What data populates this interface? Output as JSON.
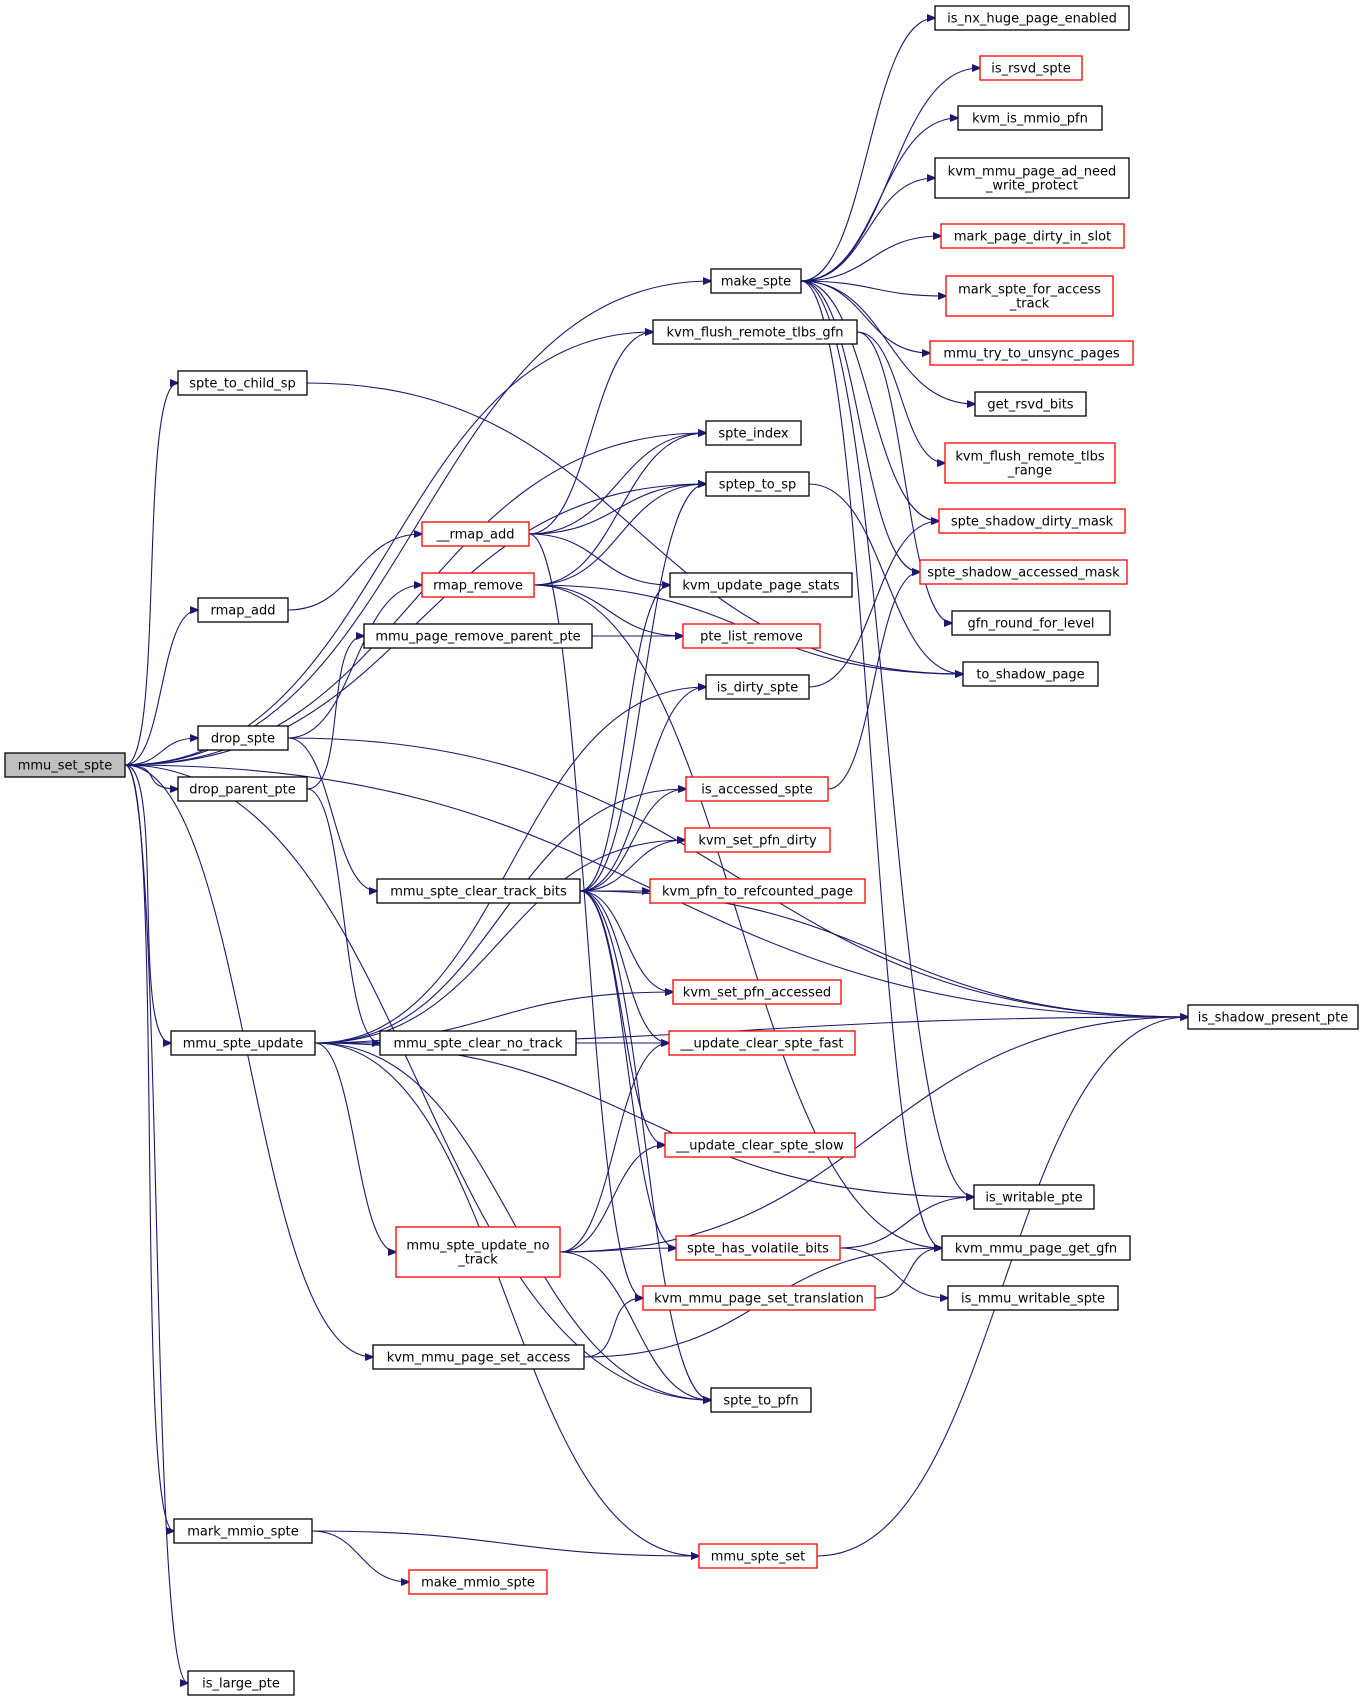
{
  "colors": {
    "edge": "#191970",
    "root_fill": "#bfbfbf",
    "node_fill": "#ffffff",
    "node_border": "#000000",
    "partial_border": "#ff0000"
  },
  "nodes": [
    {
      "id": "mmu_set_spte",
      "label": "mmu_set_spte",
      "style": "root"
    },
    {
      "id": "is_nx_huge_page_enabled",
      "label": "is_nx_huge_page_enabled",
      "style": "normal"
    },
    {
      "id": "is_rsvd_spte",
      "label": "is_rsvd_spte",
      "style": "partial"
    },
    {
      "id": "kvm_is_mmio_pfn",
      "label": "kvm_is_mmio_pfn",
      "style": "normal"
    },
    {
      "id": "kvm_mmu_page_ad_need_write_protect",
      "label": "kvm_mmu_page_ad_need\n_write_protect",
      "style": "normal"
    },
    {
      "id": "mark_page_dirty_in_slot",
      "label": "mark_page_dirty_in_slot",
      "style": "partial"
    },
    {
      "id": "make_spte",
      "label": "make_spte",
      "style": "normal"
    },
    {
      "id": "mark_spte_for_access_track",
      "label": "mark_spte_for_access\n_track",
      "style": "partial"
    },
    {
      "id": "kvm_flush_remote_tlbs_gfn",
      "label": "kvm_flush_remote_tlbs_gfn",
      "style": "normal"
    },
    {
      "id": "mmu_try_to_unsync_pages",
      "label": "mmu_try_to_unsync_pages",
      "style": "partial"
    },
    {
      "id": "spte_to_child_sp",
      "label": "spte_to_child_sp",
      "style": "normal"
    },
    {
      "id": "get_rsvd_bits",
      "label": "get_rsvd_bits",
      "style": "normal"
    },
    {
      "id": "spte_index",
      "label": "spte_index",
      "style": "normal"
    },
    {
      "id": "kvm_flush_remote_tlbs_range",
      "label": "kvm_flush_remote_tlbs\n_range",
      "style": "partial"
    },
    {
      "id": "sptep_to_sp",
      "label": "sptep_to_sp",
      "style": "normal"
    },
    {
      "id": "spte_shadow_dirty_mask",
      "label": "spte_shadow_dirty_mask",
      "style": "partial"
    },
    {
      "id": "__rmap_add",
      "label": "__rmap_add",
      "style": "partial"
    },
    {
      "id": "spte_shadow_accessed_mask",
      "label": "spte_shadow_accessed_mask",
      "style": "partial"
    },
    {
      "id": "rmap_remove",
      "label": "rmap_remove",
      "style": "partial"
    },
    {
      "id": "kvm_update_page_stats",
      "label": "kvm_update_page_stats",
      "style": "normal"
    },
    {
      "id": "rmap_add",
      "label": "rmap_add",
      "style": "normal"
    },
    {
      "id": "gfn_round_for_level",
      "label": "gfn_round_for_level",
      "style": "normal"
    },
    {
      "id": "mmu_page_remove_parent_pte",
      "label": "mmu_page_remove_parent_pte",
      "style": "normal"
    },
    {
      "id": "pte_list_remove",
      "label": "pte_list_remove",
      "style": "partial"
    },
    {
      "id": "to_shadow_page",
      "label": "to_shadow_page",
      "style": "normal"
    },
    {
      "id": "is_dirty_spte",
      "label": "is_dirty_spte",
      "style": "normal"
    },
    {
      "id": "drop_spte",
      "label": "drop_spte",
      "style": "normal"
    },
    {
      "id": "drop_parent_pte",
      "label": "drop_parent_pte",
      "style": "normal"
    },
    {
      "id": "is_accessed_spte",
      "label": "is_accessed_spte",
      "style": "partial"
    },
    {
      "id": "kvm_set_pfn_dirty",
      "label": "kvm_set_pfn_dirty",
      "style": "partial"
    },
    {
      "id": "mmu_spte_clear_track_bits",
      "label": "mmu_spte_clear_track_bits",
      "style": "normal"
    },
    {
      "id": "kvm_pfn_to_refcounted_page",
      "label": "kvm_pfn_to_refcounted_page",
      "style": "partial"
    },
    {
      "id": "kvm_set_pfn_accessed",
      "label": "kvm_set_pfn_accessed",
      "style": "partial"
    },
    {
      "id": "is_shadow_present_pte",
      "label": "is_shadow_present_pte",
      "style": "normal"
    },
    {
      "id": "mmu_spte_update",
      "label": "mmu_spte_update",
      "style": "normal"
    },
    {
      "id": "mmu_spte_clear_no_track",
      "label": "mmu_spte_clear_no_track",
      "style": "normal"
    },
    {
      "id": "__update_clear_spte_fast",
      "label": "__update_clear_spte_fast",
      "style": "partial"
    },
    {
      "id": "__update_clear_spte_slow",
      "label": "__update_clear_spte_slow",
      "style": "partial"
    },
    {
      "id": "is_writable_pte",
      "label": "is_writable_pte",
      "style": "normal"
    },
    {
      "id": "mmu_spte_update_no_track",
      "label": "mmu_spte_update_no\n_track",
      "style": "partial"
    },
    {
      "id": "spte_has_volatile_bits",
      "label": "spte_has_volatile_bits",
      "style": "partial"
    },
    {
      "id": "kvm_mmu_page_get_gfn",
      "label": "kvm_mmu_page_get_gfn",
      "style": "normal"
    },
    {
      "id": "kvm_mmu_page_set_translation",
      "label": "kvm_mmu_page_set_translation",
      "style": "partial"
    },
    {
      "id": "is_mmu_writable_spte",
      "label": "is_mmu_writable_spte",
      "style": "normal"
    },
    {
      "id": "kvm_mmu_page_set_access",
      "label": "kvm_mmu_page_set_access",
      "style": "normal"
    },
    {
      "id": "spte_to_pfn",
      "label": "spte_to_pfn",
      "style": "normal"
    },
    {
      "id": "mark_mmio_spte",
      "label": "mark_mmio_spte",
      "style": "normal"
    },
    {
      "id": "mmu_spte_set",
      "label": "mmu_spte_set",
      "style": "partial"
    },
    {
      "id": "make_mmio_spte",
      "label": "make_mmio_spte",
      "style": "partial"
    },
    {
      "id": "is_large_pte",
      "label": "is_large_pte",
      "style": "normal"
    }
  ],
  "edges": [
    [
      "mmu_set_spte",
      "make_spte"
    ],
    [
      "mmu_set_spte",
      "kvm_flush_remote_tlbs_gfn"
    ],
    [
      "mmu_set_spte",
      "spte_to_child_sp"
    ],
    [
      "mmu_set_spte",
      "spte_index"
    ],
    [
      "mmu_set_spte",
      "sptep_to_sp"
    ],
    [
      "mmu_set_spte",
      "rmap_add"
    ],
    [
      "mmu_set_spte",
      "drop_spte"
    ],
    [
      "mmu_set_spte",
      "drop_parent_pte"
    ],
    [
      "mmu_set_spte",
      "mmu_spte_update"
    ],
    [
      "mmu_set_spte",
      "kvm_mmu_page_set_access"
    ],
    [
      "mmu_set_spte",
      "spte_to_pfn"
    ],
    [
      "mmu_set_spte",
      "mark_mmio_spte"
    ],
    [
      "mmu_set_spte",
      "is_large_pte"
    ],
    [
      "mmu_set_spte",
      "is_shadow_present_pte"
    ],
    [
      "make_spte",
      "is_nx_huge_page_enabled"
    ],
    [
      "make_spte",
      "is_rsvd_spte"
    ],
    [
      "make_spte",
      "kvm_is_mmio_pfn"
    ],
    [
      "make_spte",
      "kvm_mmu_page_ad_need_write_protect"
    ],
    [
      "make_spte",
      "mark_page_dirty_in_slot"
    ],
    [
      "make_spte",
      "mark_spte_for_access_track"
    ],
    [
      "make_spte",
      "mmu_try_to_unsync_pages"
    ],
    [
      "make_spte",
      "get_rsvd_bits"
    ],
    [
      "make_spte",
      "spte_shadow_dirty_mask"
    ],
    [
      "make_spte",
      "spte_shadow_accessed_mask"
    ],
    [
      "make_spte",
      "kvm_mmu_page_get_gfn"
    ],
    [
      "make_spte",
      "is_writable_pte"
    ],
    [
      "kvm_flush_remote_tlbs_gfn",
      "kvm_flush_remote_tlbs_range"
    ],
    [
      "kvm_flush_remote_tlbs_gfn",
      "gfn_round_for_level"
    ],
    [
      "spte_to_child_sp",
      "to_shadow_page"
    ],
    [
      "sptep_to_sp",
      "to_shadow_page"
    ],
    [
      "__rmap_add",
      "kvm_flush_remote_tlbs_gfn"
    ],
    [
      "__rmap_add",
      "spte_index"
    ],
    [
      "__rmap_add",
      "sptep_to_sp"
    ],
    [
      "__rmap_add",
      "kvm_update_page_stats"
    ],
    [
      "__rmap_add",
      "kvm_mmu_page_set_translation"
    ],
    [
      "rmap_remove",
      "spte_index"
    ],
    [
      "rmap_remove",
      "sptep_to_sp"
    ],
    [
      "rmap_remove",
      "pte_list_remove"
    ],
    [
      "rmap_remove",
      "to_shadow_page"
    ],
    [
      "rmap_remove",
      "kvm_mmu_page_get_gfn"
    ],
    [
      "rmap_add",
      "__rmap_add"
    ],
    [
      "drop_spte",
      "rmap_remove"
    ],
    [
      "drop_spte",
      "mmu_spte_clear_track_bits"
    ],
    [
      "drop_spte",
      "is_shadow_present_pte"
    ],
    [
      "drop_parent_pte",
      "mmu_page_remove_parent_pte"
    ],
    [
      "drop_parent_pte",
      "mmu_spte_clear_no_track"
    ],
    [
      "mmu_page_remove_parent_pte",
      "pte_list_remove"
    ],
    [
      "is_dirty_spte",
      "spte_shadow_dirty_mask"
    ],
    [
      "is_accessed_spte",
      "spte_shadow_accessed_mask"
    ],
    [
      "mmu_spte_clear_track_bits",
      "sptep_to_sp"
    ],
    [
      "mmu_spte_clear_track_bits",
      "kvm_update_page_stats"
    ],
    [
      "mmu_spte_clear_track_bits",
      "is_dirty_spte"
    ],
    [
      "mmu_spte_clear_track_bits",
      "is_accessed_spte"
    ],
    [
      "mmu_spte_clear_track_bits",
      "kvm_set_pfn_dirty"
    ],
    [
      "mmu_spte_clear_track_bits",
      "kvm_pfn_to_refcounted_page"
    ],
    [
      "mmu_spte_clear_track_bits",
      "kvm_set_pfn_accessed"
    ],
    [
      "mmu_spte_clear_track_bits",
      "is_shadow_present_pte"
    ],
    [
      "mmu_spte_clear_track_bits",
      "__update_clear_spte_fast"
    ],
    [
      "mmu_spte_clear_track_bits",
      "__update_clear_spte_slow"
    ],
    [
      "mmu_spte_clear_track_bits",
      "spte_has_volatile_bits"
    ],
    [
      "mmu_spte_clear_track_bits",
      "spte_to_pfn"
    ],
    [
      "mmu_spte_update",
      "is_dirty_spte"
    ],
    [
      "mmu_spte_update",
      "is_accessed_spte"
    ],
    [
      "mmu_spte_update",
      "kvm_set_pfn_dirty"
    ],
    [
      "mmu_spte_update",
      "kvm_set_pfn_accessed"
    ],
    [
      "mmu_spte_update",
      "is_shadow_present_pte"
    ],
    [
      "mmu_spte_update",
      "is_writable_pte"
    ],
    [
      "mmu_spte_update",
      "mmu_spte_update_no_track"
    ],
    [
      "mmu_spte_update",
      "spte_to_pfn"
    ],
    [
      "mmu_spte_update",
      "mmu_spte_set"
    ],
    [
      "mmu_spte_clear_no_track",
      "__update_clear_spte_fast"
    ],
    [
      "mmu_spte_update_no_track",
      "__update_clear_spte_fast"
    ],
    [
      "mmu_spte_update_no_track",
      "__update_clear_spte_slow"
    ],
    [
      "mmu_spte_update_no_track",
      "spte_has_volatile_bits"
    ],
    [
      "mmu_spte_update_no_track",
      "is_shadow_present_pte"
    ],
    [
      "mmu_spte_update_no_track",
      "spte_to_pfn"
    ],
    [
      "spte_has_volatile_bits",
      "is_writable_pte"
    ],
    [
      "spte_has_volatile_bits",
      "is_mmu_writable_spte"
    ],
    [
      "kvm_mmu_page_set_translation",
      "kvm_mmu_page_get_gfn"
    ],
    [
      "kvm_mmu_page_set_access",
      "kvm_mmu_page_set_translation"
    ],
    [
      "kvm_mmu_page_set_access",
      "kvm_mmu_page_get_gfn"
    ],
    [
      "mark_mmio_spte",
      "mmu_spte_set"
    ],
    [
      "mark_mmio_spte",
      "make_mmio_spte"
    ],
    [
      "mmu_spte_set",
      "is_shadow_present_pte"
    ]
  ]
}
